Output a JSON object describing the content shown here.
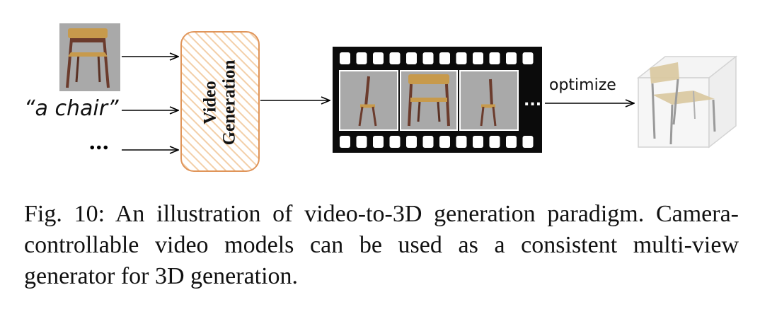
{
  "diagram": {
    "inputs": {
      "text_prompt": "“a chair”",
      "more": "..."
    },
    "generator": {
      "line1": "Video",
      "line2": "Generation"
    },
    "film": {
      "more_frames": "..."
    },
    "optimize_label": "optimize"
  },
  "caption": "Fig. 10: An illustration of video-to-3D generation paradigm. Camera-controllable video models can be used as a consistent multi-view generator for 3D generation.",
  "colors": {
    "generator_border": "#e0955a",
    "generator_hatch": "#f3cfa8",
    "film_strip": "#0b0b0b",
    "frame_bg": "#a9a9a9",
    "chair_seat": "#c79a4c",
    "chair_frame": "#6b3b2c"
  }
}
